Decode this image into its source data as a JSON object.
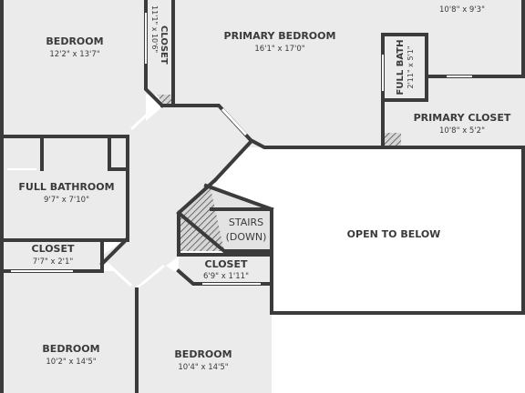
{
  "rooms": {
    "bedroom_top_left": {
      "name": "BEDROOM",
      "dims": "12'2\" x 13'7\""
    },
    "closet_vertical": {
      "name": "CLOSET",
      "dims": "11'1\" x 10'6\""
    },
    "primary_bedroom": {
      "name": "PRIMARY BEDROOM",
      "dims": "16'1\" x 17'0\""
    },
    "top_right_room": {
      "name": "",
      "dims": "10'8\" x 9'3\""
    },
    "full_bath": {
      "name": "FULL BATH",
      "dims": "2'11\" x 5'1\""
    },
    "primary_closet": {
      "name": "PRIMARY CLOSET",
      "dims": "10'8\" x 5'2\""
    },
    "full_bathroom": {
      "name": "FULL BATHROOM",
      "dims": "9'7\" x 7'10\""
    },
    "stairs": {
      "name": "STAIRS",
      "sub": "(DOWN)"
    },
    "open_to_below": {
      "name": "OPEN TO BELOW"
    },
    "closet_left": {
      "name": "CLOSET",
      "dims": "7'7\" x 2'1\""
    },
    "closet_center": {
      "name": "CLOSET",
      "dims": "6'9\" x 1'11\""
    },
    "bedroom_bottom_left": {
      "name": "BEDROOM",
      "dims": "10'2\" x 14'5\""
    },
    "bedroom_bottom_center": {
      "name": "BEDROOM",
      "dims": "10'4\" x 14'5\""
    }
  },
  "colors": {
    "floor": "#ebebeb",
    "wall": "#3b3b3b",
    "window": "#ffffff",
    "text": "#3a3a3a"
  }
}
